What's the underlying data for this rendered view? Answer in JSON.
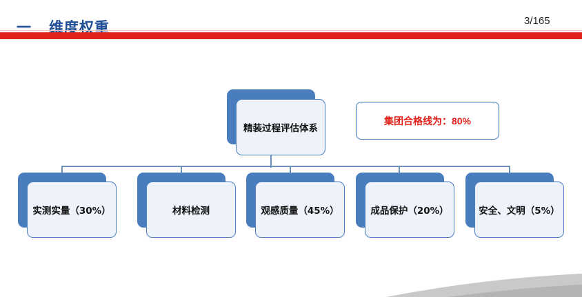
{
  "header": {
    "section_mark": "一",
    "title": "维度权重",
    "page_number": "3/165"
  },
  "diagram": {
    "root": "精装过程评估体系",
    "pass_line_label": "集团合格线为：",
    "pass_line_value": "80%",
    "children": [
      {
        "label": "实测实量（30%）"
      },
      {
        "label": "材料检测"
      },
      {
        "label": "观感质量（45%）"
      },
      {
        "label": "成品保护（20%）"
      },
      {
        "label": "安全、文明（5%）"
      }
    ]
  },
  "colors": {
    "accent_red": "#e0221b",
    "title_blue": "#1f4e96",
    "node_blue": "#4a7dbe",
    "node_fill": "#edf2fb"
  }
}
